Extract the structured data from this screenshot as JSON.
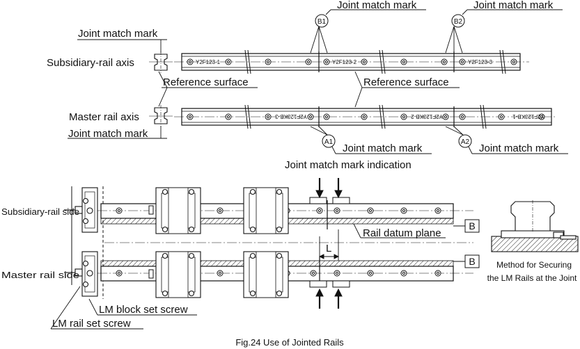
{
  "labels": {
    "joint_match_mark_b1": "Joint match mark",
    "joint_match_mark_b2": "Joint match mark",
    "joint_match_mark_left_top": "Joint match mark",
    "subsidiary_rail_axis": "Subsidiary-rail axis",
    "reference_surface_left": "Reference surface",
    "reference_surface_right": "Reference surface",
    "master_rail_axis": "Master rail axis",
    "joint_match_mark_left_bottom": "Joint match mark",
    "joint_match_mark_a1": "Joint match mark",
    "joint_match_mark_a2": "Joint match mark",
    "joint_match_mark_indication": "Joint match mark indication",
    "subsidiary_rail_side": "Subsidiary-rail side",
    "master_rail_side": "Master rail side",
    "rail_datum_plane": "Rail datum plane",
    "lm_block_set_screw": "LM block set screw",
    "lm_rail_set_screw": "LM rail set screw",
    "method_line1": "Method for Securing",
    "method_line2": "the LM Rails at the Joint",
    "caption": "Fig.24 Use of Jointed Rails"
  },
  "markers": {
    "b1": "B1",
    "b2": "B2",
    "a1": "A1",
    "a2": "A2",
    "datum_top": "B",
    "datum_bottom": "B",
    "dimension_l": "L"
  },
  "rail_codes": {
    "top_1": "Y2F123-1",
    "top_2": "Y2F123-2",
    "top_3": "Y2F123-3",
    "bottom_1": "Y2F123KB-3",
    "bottom_2": "Y2F123KB-2",
    "bottom_3": "Y2F123KB-1"
  }
}
